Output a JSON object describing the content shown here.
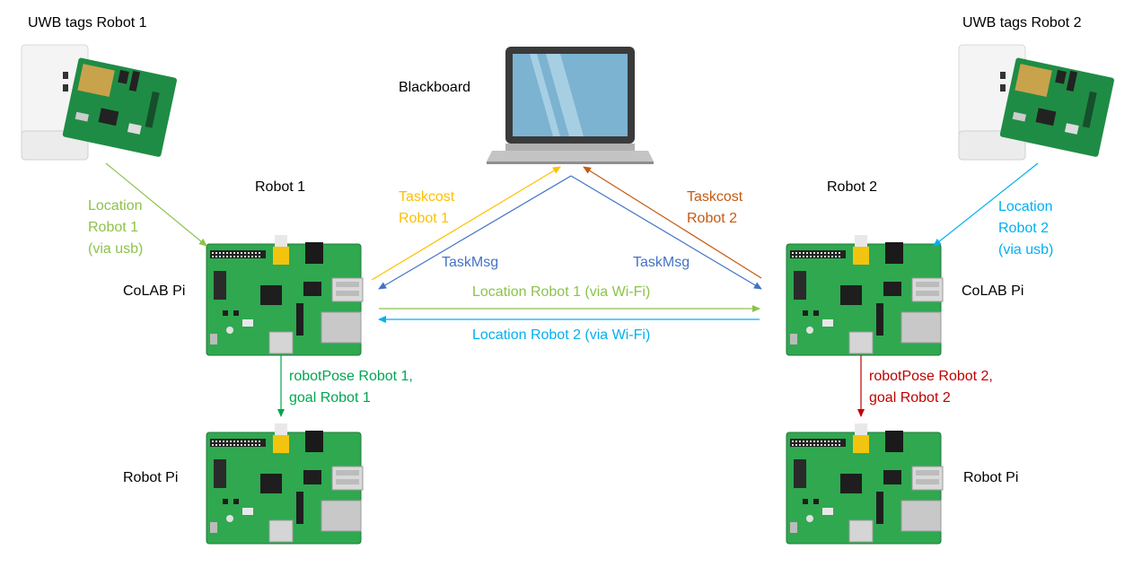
{
  "colors": {
    "green_light": "#8BC34A",
    "green_dark": "#00A651",
    "orange": "#C55A11",
    "yellow": "#FFC000",
    "blue_dark": "#4472C4",
    "cyan": "#00B0F0",
    "red": "#C00000",
    "board_green": "#2FA84F"
  },
  "devices": {
    "uwb1_title": "UWB tags Robot 1",
    "uwb2_title": "UWB tags Robot 2",
    "blackboard": "Blackboard",
    "robot1": "Robot 1",
    "robot2": "Robot 2",
    "colab_pi_1": "CoLAB Pi",
    "colab_pi_2": "CoLAB Pi",
    "robot_pi_1": "Robot Pi",
    "robot_pi_2": "Robot Pi"
  },
  "messages": {
    "location_robot1_usb": [
      "Location",
      "Robot 1",
      "(via usb)"
    ],
    "location_robot2_usb": [
      "Location",
      "Robot 2",
      "(via usb)"
    ],
    "taskcost_robot1": [
      "Taskcost",
      "Robot 1"
    ],
    "taskcost_robot2": [
      "Taskcost",
      "Robot 2"
    ],
    "taskmsg_left": "TaskMsg",
    "taskmsg_right": "TaskMsg",
    "location_robot1_wifi": "Location Robot 1 (via Wi-Fi)",
    "location_robot2_wifi": "Location Robot 2 (via Wi-Fi)",
    "robotpose_robot1": [
      "robotPose Robot 1,",
      "goal Robot 1"
    ],
    "robotpose_robot2": [
      "robotPose Robot 2,",
      "goal Robot 2"
    ]
  }
}
